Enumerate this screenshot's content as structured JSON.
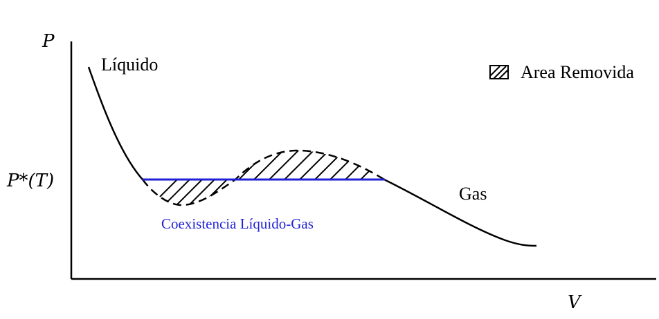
{
  "diagram": {
    "axes": {
      "y_label": "P",
      "x_label": "V",
      "y_tick": "P*(T)"
    },
    "labels": {
      "liquid": "Líquido",
      "gas": "Gas",
      "coexistence": "Coexistencia Líquido-Gas",
      "legend": "Area Removida"
    },
    "colors": {
      "curve": "#000000",
      "coexistence_line": "#1f1fd6",
      "hatch": "#000000"
    }
  }
}
